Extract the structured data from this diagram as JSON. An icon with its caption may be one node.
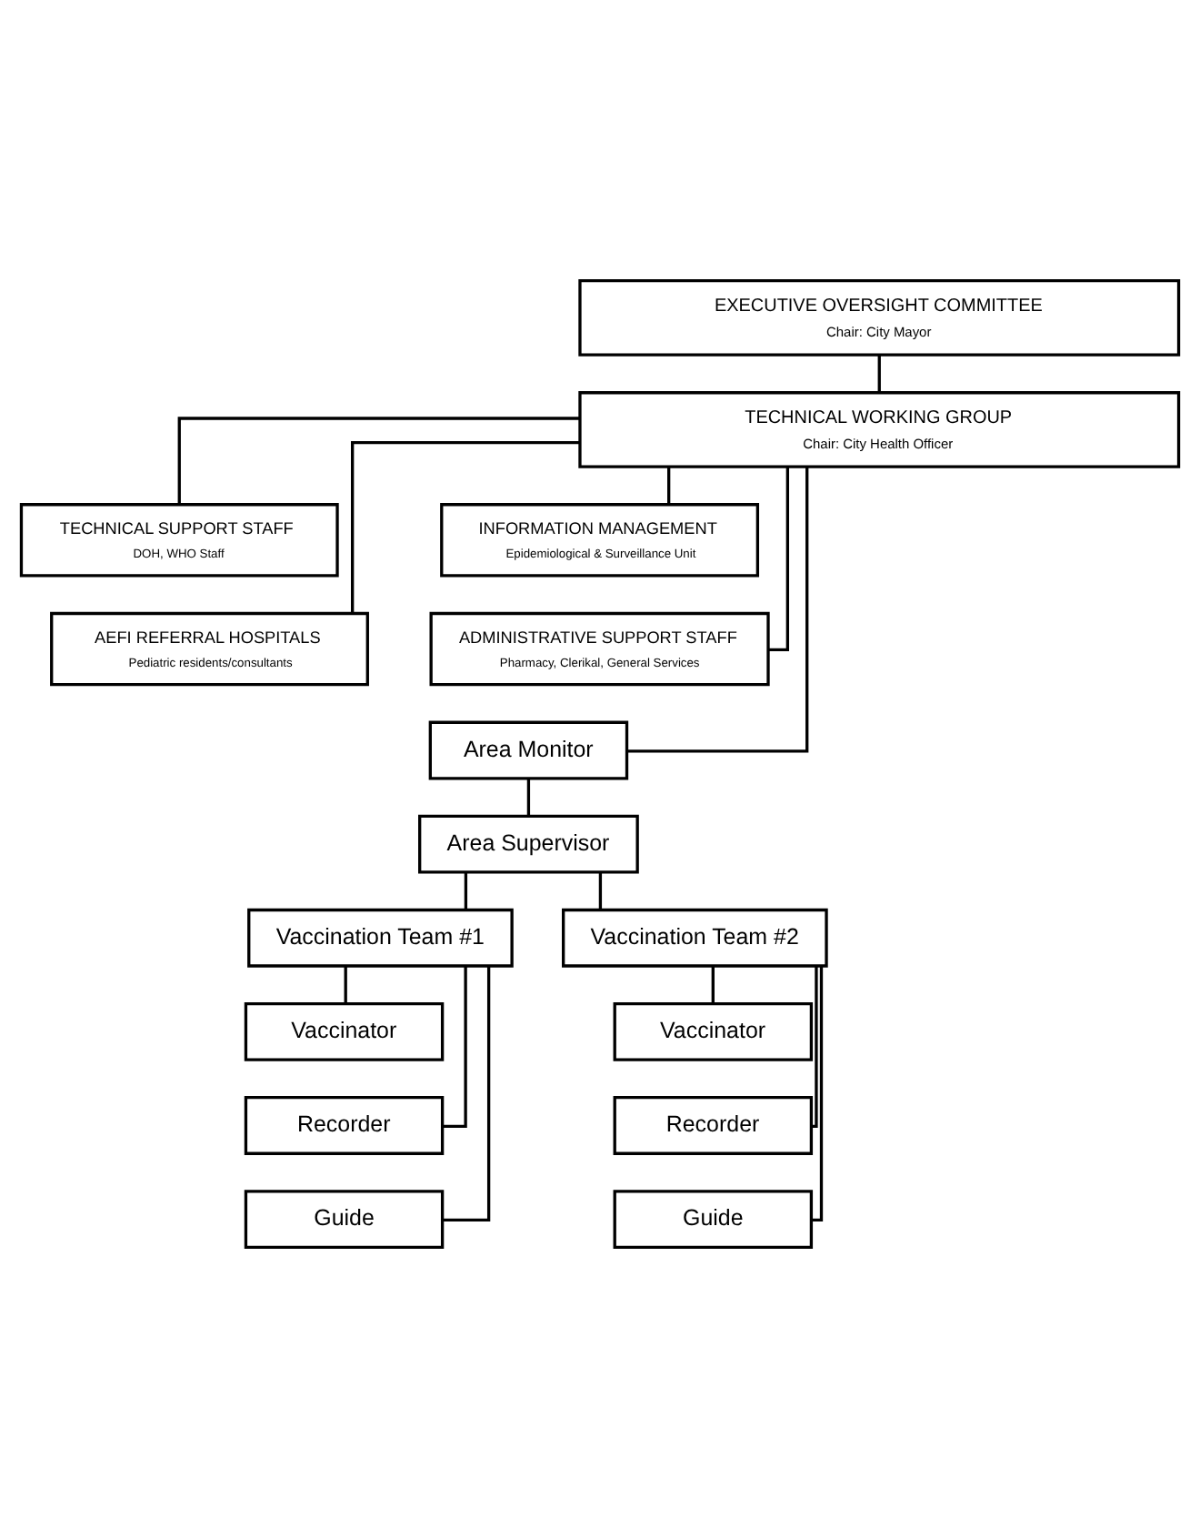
{
  "diagram": {
    "nodes": [
      {
        "text": [
          "EXECUTIVE OVERSIGHT COMMITTEE",
          "Chair: City Mayor"
        ]
      },
      {
        "text": [
          "TECHNICAL WORKING GROUP",
          "Chair: City Health Officer"
        ]
      },
      {
        "text": [
          "TECHNICAL SUPPORT STAFF",
          "DOH, WHO Staff"
        ]
      },
      {
        "text": [
          "INFORMATION MANAGEMENT",
          "Epidemiological & Surveillance Unit"
        ]
      },
      {
        "text": [
          "AEFI REFERRAL HOSPITALS",
          "Pediatric residents/consultants"
        ]
      },
      {
        "text": [
          "ADMINISTRATIVE SUPPORT STAFF",
          "Pharmacy, Clerikal, General Services"
        ]
      },
      {
        "text": [
          "Area Monitor"
        ]
      },
      {
        "text": [
          "Area Supervisor"
        ]
      },
      {
        "text": [
          "Vaccination Team #1"
        ]
      },
      {
        "text": [
          "Vaccination Team #2"
        ]
      },
      {
        "text": [
          "Vaccinator"
        ]
      },
      {
        "text": [
          "Recorder"
        ]
      },
      {
        "text": [
          "Guide"
        ]
      },
      {
        "text": [
          "Vaccinator"
        ]
      },
      {
        "text": [
          "Recorder"
        ]
      },
      {
        "text": [
          "Guide"
        ]
      }
    ],
    "edges": [
      {
        "from": 0,
        "to": 1,
        "arrow": "none"
      },
      {
        "from": 1,
        "to": 2,
        "arrow": "none"
      },
      {
        "from": 1,
        "to": 3,
        "arrow": "none"
      },
      {
        "from": 1,
        "to": 4,
        "arrow": "none"
      },
      {
        "from": 1,
        "to": 5,
        "arrow": "none"
      },
      {
        "from": 1,
        "to": 6,
        "arrow": "none"
      },
      {
        "from": 6,
        "to": 7,
        "arrow": "none"
      },
      {
        "from": 7,
        "to": 8,
        "arrow": "none"
      },
      {
        "from": 7,
        "to": 9,
        "arrow": "none"
      },
      {
        "from": 8,
        "to": 10,
        "arrow": "none"
      },
      {
        "from": 8,
        "to": 11,
        "arrow": "none"
      },
      {
        "from": 8,
        "to": 12,
        "arrow": "none"
      },
      {
        "from": 9,
        "to": 13,
        "arrow": "none"
      },
      {
        "from": 9,
        "to": 14,
        "arrow": "none"
      },
      {
        "from": 9,
        "to": 15,
        "arrow": "none"
      }
    ]
  }
}
